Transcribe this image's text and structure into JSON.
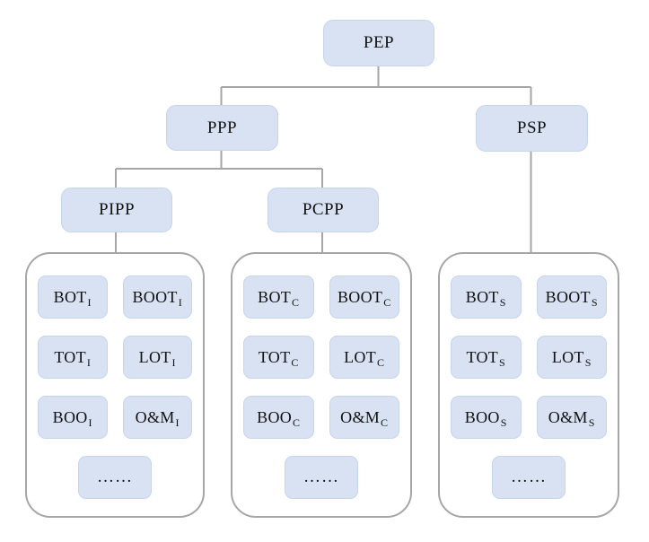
{
  "diagram_title": "PEP contract structure tree",
  "colors": {
    "node_fill": "#d9e2f3",
    "node_border": "#c6d4ec",
    "connector_line": "#a6a6a6",
    "text": "#111111",
    "background": "#ffffff"
  },
  "tree": {
    "root": {
      "label": "PEP"
    },
    "branches": [
      {
        "label": "PPP"
      },
      {
        "label": "PSP"
      }
    ],
    "sub_branches": [
      {
        "label": "PIPP"
      },
      {
        "label": "PCPP"
      }
    ]
  },
  "groups": [
    {
      "parent": "PIPP",
      "cells": [
        {
          "main": "BOT",
          "sub": "I"
        },
        {
          "main": "BOOT",
          "sub": "I"
        },
        {
          "main": "TOT",
          "sub": "I"
        },
        {
          "main": "LOT",
          "sub": "I"
        },
        {
          "main": "BOO",
          "sub": "I"
        },
        {
          "main": "O&M",
          "sub": "I"
        },
        {
          "main": "……",
          "sub": ""
        }
      ]
    },
    {
      "parent": "PCPP",
      "cells": [
        {
          "main": "BOT",
          "sub": "C"
        },
        {
          "main": "BOOT",
          "sub": "C"
        },
        {
          "main": "TOT",
          "sub": "C"
        },
        {
          "main": "LOT",
          "sub": "C"
        },
        {
          "main": "BOO",
          "sub": "C"
        },
        {
          "main": "O&M",
          "sub": "C"
        },
        {
          "main": "……",
          "sub": ""
        }
      ]
    },
    {
      "parent": "PSP",
      "cells": [
        {
          "main": "BOT",
          "sub": "S"
        },
        {
          "main": "BOOT",
          "sub": "S"
        },
        {
          "main": "TOT",
          "sub": "S"
        },
        {
          "main": "LOT",
          "sub": "S"
        },
        {
          "main": "BOO",
          "sub": "S"
        },
        {
          "main": "O&M",
          "sub": "S"
        },
        {
          "main": "……",
          "sub": ""
        }
      ]
    }
  ]
}
